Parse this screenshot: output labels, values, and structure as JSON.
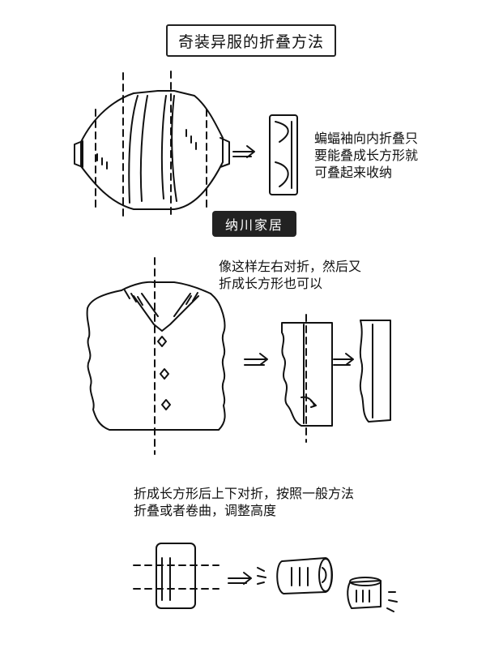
{
  "title": "奇装异服的折叠方法",
  "brand": "纳川家居",
  "notes": {
    "step1": [
      "蝙蝠袖向内折叠只",
      "要能叠成长方形就",
      "可叠起来收纳"
    ],
    "step2": [
      "像这样左右对折，然后又",
      "折成长方形也可以"
    ],
    "step3": [
      "折成长方形后上下对折，按照一般方法",
      "折叠或者卷曲，调整高度"
    ]
  },
  "icons": [
    "arrow-right-icon",
    "fold-line-icon"
  ]
}
